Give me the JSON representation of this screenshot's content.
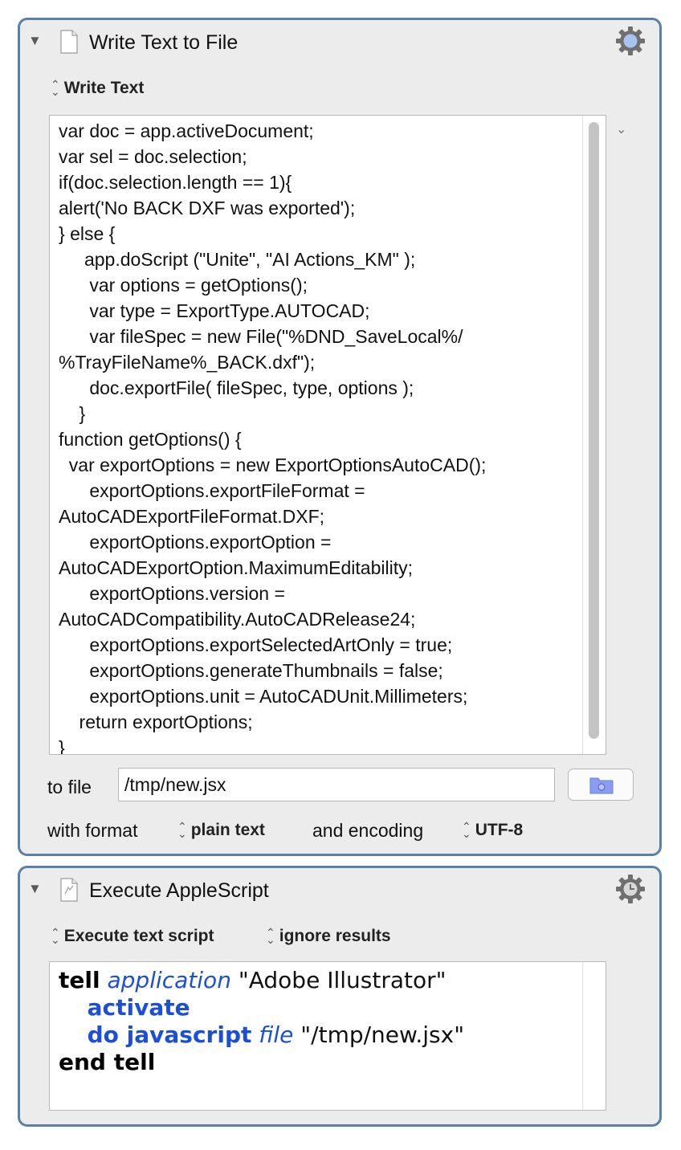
{
  "write_action": {
    "title": "Write Text to File",
    "mode_selector": "Write Text",
    "code_lines": [
      "var doc = app.activeDocument;",
      "var sel = doc.selection;",
      "if(doc.selection.length == 1){",
      "alert('No BACK DXF was exported');",
      "} else {",
      "     app.doScript (\"Unite\", \"AI Actions_KM\" );",
      "      var options = getOptions();",
      "      var type = ExportType.AUTOCAD;",
      "      var fileSpec = new File(\"%DND_SaveLocal%/",
      "%TrayFileName%_BACK.dxf\");",
      "      doc.exportFile( fileSpec, type, options );",
      "    }",
      "function getOptions() {",
      "  var exportOptions = new ExportOptionsAutoCAD();",
      "      exportOptions.exportFileFormat =",
      "AutoCADExportFileFormat.DXF;",
      "      exportOptions.exportOption =",
      "AutoCADExportOption.MaximumEditability;",
      "      exportOptions.version =",
      "AutoCADCompatibility.AutoCADRelease24;",
      "      exportOptions.exportSelectedArtOnly = true;",
      "      exportOptions.generateThumbnails = false;",
      "      exportOptions.unit = AutoCADUnit.Millimeters;",
      "    return exportOptions;",
      "}"
    ],
    "to_file_label": "to file",
    "file_path": "/tmp/new.jsx",
    "with_format_label": "with format",
    "format_value": "plain text",
    "and_encoding_label": "and encoding",
    "encoding_value": "UTF-8"
  },
  "applescript_action": {
    "title": "Execute AppleScript",
    "script_source_selector": "Execute text script",
    "results_selector": "ignore results",
    "script": {
      "tell": "tell",
      "application_kw": "application",
      "app_name": "\"Adobe Illustrator\"",
      "activate": "activate",
      "do_javascript": "do javascript",
      "file_kw": "file",
      "file_path": "\"/tmp/new.jsx\"",
      "end_tell": "end tell"
    }
  },
  "colors": {
    "panel_border": "#5b7fa8",
    "keyword_blue": "#1c4fd6"
  }
}
